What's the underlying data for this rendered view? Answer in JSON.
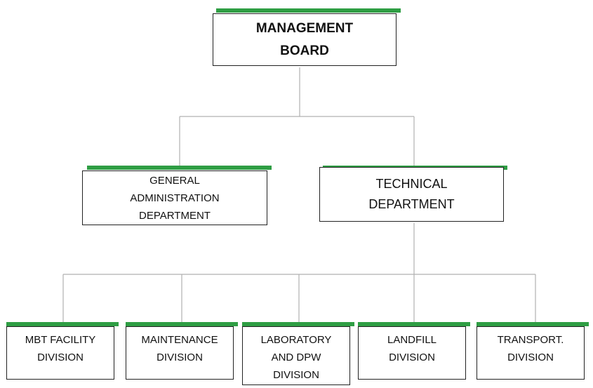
{
  "org_chart": {
    "board": {
      "label": "MANAGEMENT\nBOARD"
    },
    "departments": [
      {
        "label": "GENERAL\nADMINISTRATION\nDEPARTMENT"
      },
      {
        "label": "TECHNICAL\nDEPARTMENT"
      }
    ],
    "divisions": [
      {
        "label": "MBT FACILITY\nDIVISION"
      },
      {
        "label": "MAINTENANCE\nDIVISION"
      },
      {
        "label": "LABORATORY\nAND DPW\nDIVISION"
      },
      {
        "label": "LANDFILL\nDIVISION"
      },
      {
        "label": "TRANSPORT.\nDIVISION"
      }
    ]
  },
  "colors": {
    "accent": "#2f9e44",
    "border": "#222222",
    "connector": "#b0b0b0"
  }
}
